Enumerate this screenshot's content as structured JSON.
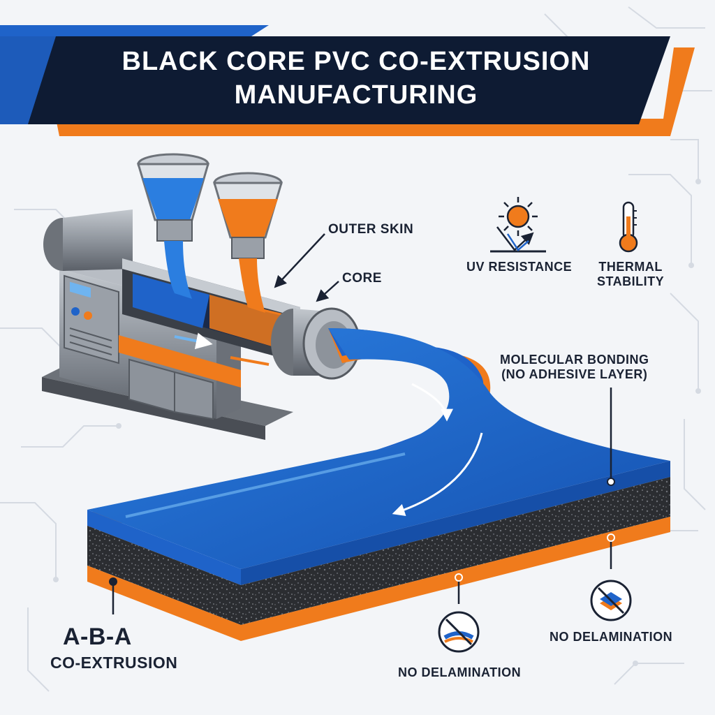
{
  "title": {
    "line1": "BLACK CORE PVC CO-EXTRUSION",
    "line2": "MANUFACTURING"
  },
  "callouts": {
    "outer_skin": "OUTER SKIN",
    "core": "CORE",
    "uv_resistance": "UV RESISTANCE",
    "thermal_stability_1": "THERMAL",
    "thermal_stability_2": "STABILITY",
    "molecular_bonding_1": "MOLECULAR BONDING",
    "molecular_bonding_2": "(NO ADHESIVE LAYER)",
    "aba_1": "A-B-A",
    "aba_2": "CO-EXTRUSION",
    "no_delamination_left": "NO DELAMINATION",
    "no_delamination_right": "NO DELAMINATION"
  },
  "icons": {
    "uv": "sun-uv-icon",
    "thermal": "thermometer-icon",
    "no_delam_left": "peeling-layer-crossed-icon",
    "no_delam_right": "stacked-layers-crossed-icon"
  },
  "colors": {
    "navy": "#0e1b33",
    "blue": "#1f63c9",
    "orange": "#f07b1c",
    "black_core": "#2a2c30",
    "steel": "#8d939b"
  }
}
